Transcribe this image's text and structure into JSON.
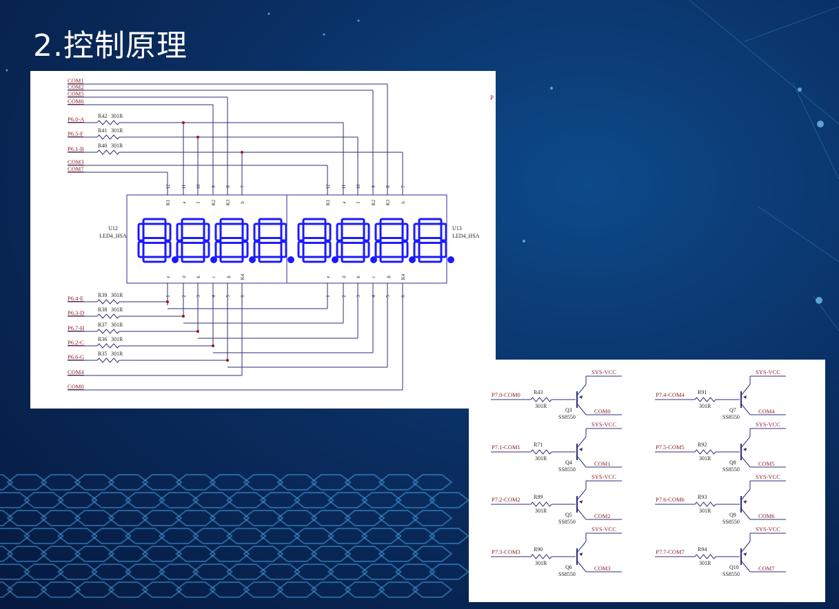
{
  "slide": {
    "title": "2.控制原理"
  },
  "colors": {
    "wire": "#2b2b7a",
    "net_label": "#8a1c1c",
    "segment": "#1a1aff",
    "junction": "#a01010"
  },
  "display": {
    "top_nets": [
      "COM1",
      "COM2",
      "COM5",
      "COM6"
    ],
    "top_segment_nets": [
      {
        "net": "P6.0-A",
        "res": "R42",
        "val": "301R"
      },
      {
        "net": "P6.5-F",
        "res": "R41",
        "val": "301R"
      },
      {
        "net": "P6.1-B",
        "res": "R40",
        "val": "301R"
      }
    ],
    "mid_nets": [
      "COM3",
      "COM7"
    ],
    "bottom_segment_nets": [
      {
        "net": "P6.4-E",
        "res": "R39",
        "val": "301R"
      },
      {
        "net": "P6.3-D",
        "res": "R38",
        "val": "301R"
      },
      {
        "net": "P6.7-H",
        "res": "R37",
        "val": "301R"
      },
      {
        "net": "P6.2-C",
        "res": "R36",
        "val": "301R"
      },
      {
        "net": "P6.6-G",
        "res": "R35",
        "val": "301R"
      }
    ],
    "bottom_nets": [
      "COM4",
      "COM0"
    ],
    "u12": {
      "ref": "U12",
      "part": "LED4_HSA"
    },
    "u13": {
      "ref": "U13",
      "part": "LED4_HSA"
    },
    "top_pin_numbers": [
      "12",
      "11",
      "10",
      "9",
      "8",
      "7"
    ],
    "top_pin_names": [
      "K1",
      "a",
      "f",
      "K2",
      "K3",
      "b"
    ],
    "bottom_pin_numbers": [
      "1",
      "2",
      "3",
      "4",
      "5",
      "6"
    ],
    "bottom_pin_names": [
      "e",
      "d",
      "h",
      "c",
      "g",
      "K4"
    ],
    "digit_text": "8.8.8.8.",
    "edge_label": "P"
  },
  "drivers": {
    "vcc_label": "SYS-VCC",
    "transistor_part": "SS8550",
    "left": [
      {
        "net": "P7.0-COM0",
        "res": "R43",
        "val": "301R",
        "q": "Q3",
        "com": "COM0"
      },
      {
        "net": "P7.1-COM1",
        "res": "R71",
        "val": "301R",
        "q": "Q4",
        "com": "COM1"
      },
      {
        "net": "P7.2-COM2",
        "res": "R89",
        "val": "301R",
        "q": "Q5",
        "com": "COM2"
      },
      {
        "net": "P7.3-COM3",
        "res": "R90",
        "val": "301R",
        "q": "Q6",
        "com": "COM3"
      }
    ],
    "right": [
      {
        "net": "P7.4-COM4",
        "res": "R91",
        "val": "301R",
        "q": "Q7",
        "com": "COM4"
      },
      {
        "net": "P7.5-COM5",
        "res": "R92",
        "val": "301R",
        "q": "Q8",
        "com": "COM5"
      },
      {
        "net": "P7.6-COM6",
        "res": "R93",
        "val": "301R",
        "q": "Q9",
        "com": "COM6"
      },
      {
        "net": "P7.7-COM7",
        "res": "R94",
        "val": "301R",
        "q": "Q10",
        "com": "COM7"
      }
    ]
  }
}
